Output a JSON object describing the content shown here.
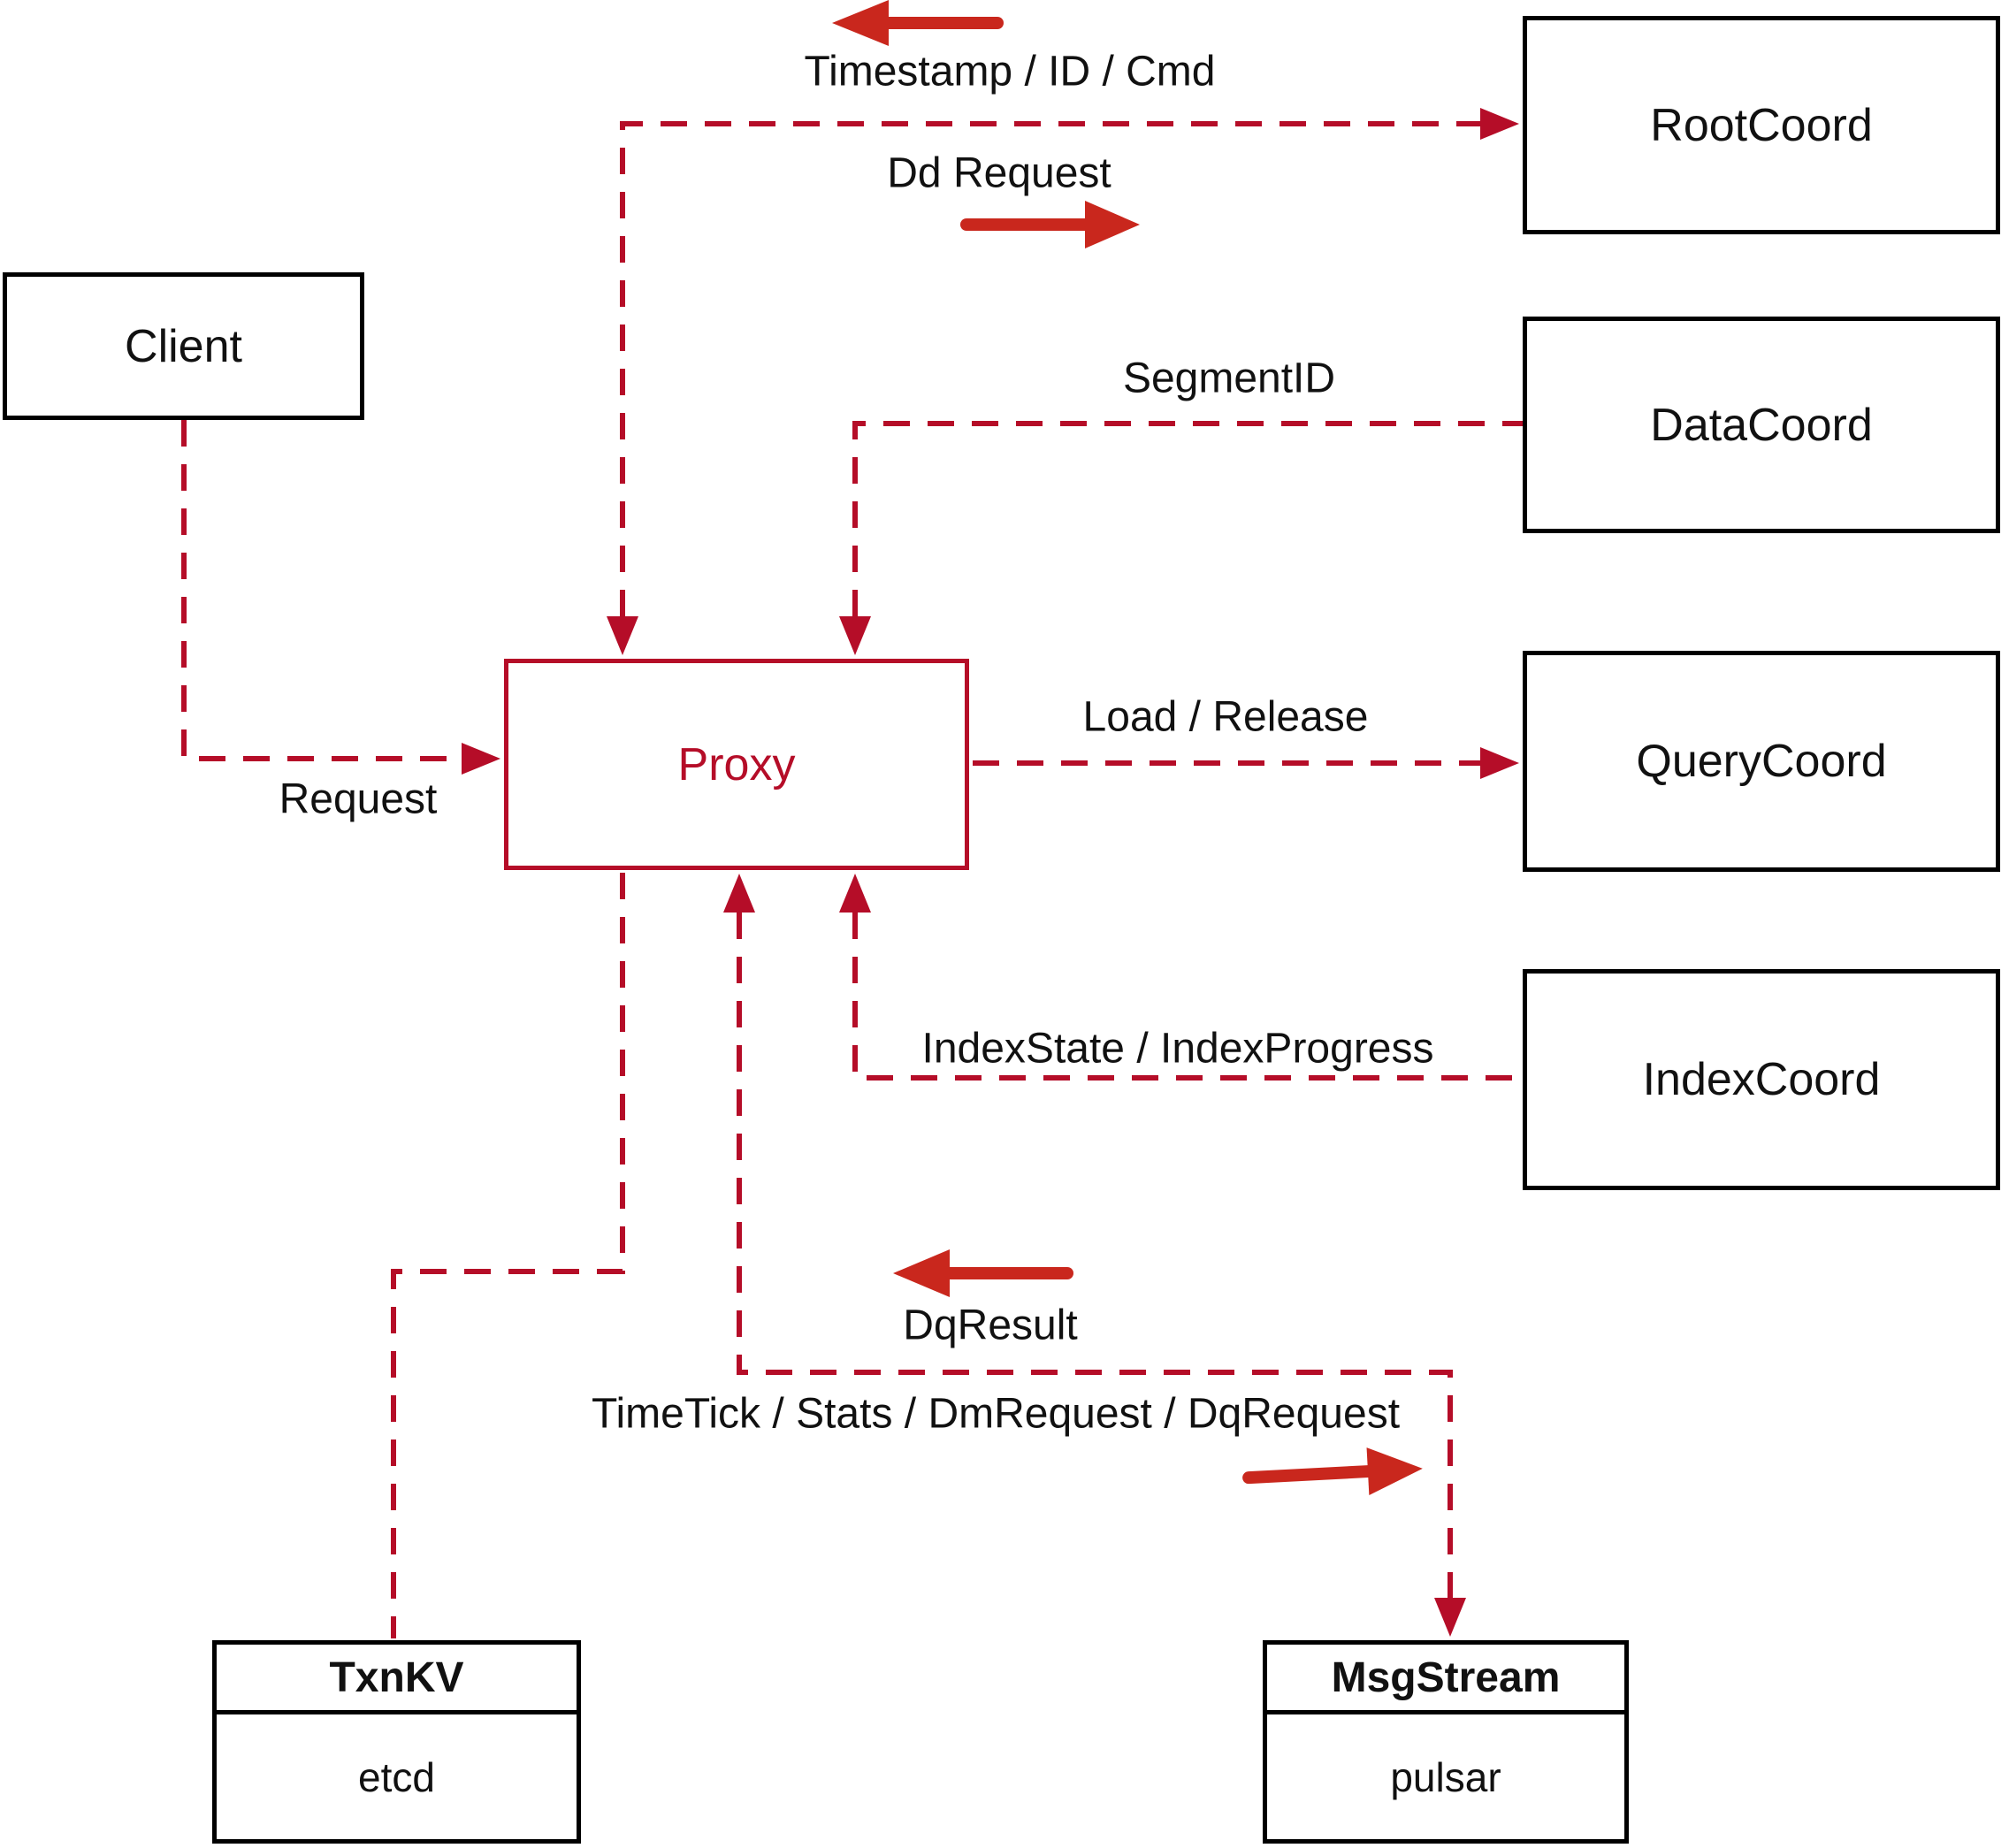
{
  "nodes": {
    "client": {
      "label": "Client"
    },
    "root_coord": {
      "label": "RootCoord"
    },
    "data_coord": {
      "label": "DataCoord"
    },
    "query_coord": {
      "label": "QueryCoord"
    },
    "index_coord": {
      "label": "IndexCoord"
    },
    "proxy": {
      "label": "Proxy"
    },
    "txn_kv": {
      "title": "TxnKV",
      "impl": "etcd"
    },
    "msg_stream": {
      "title": "MsgStream",
      "impl": "pulsar"
    }
  },
  "edge_labels": {
    "timestamp_id_cmd": "Timestamp / ID / Cmd",
    "dd_request": "Dd Request",
    "segment_id": "SegmentID",
    "request": "Request",
    "load_release": "Load / Release",
    "index_state_progress": "IndexState / IndexProgress",
    "dq_result": "DqResult",
    "time_tick": "TimeTick / Stats / DmRequest / DqRequest"
  },
  "colors": {
    "dashed_line": "#b50d28",
    "solid_arrow": "#c9271d",
    "proxy_accent": "#b50d28",
    "box_border": "#000000",
    "label_text": "#111111"
  }
}
